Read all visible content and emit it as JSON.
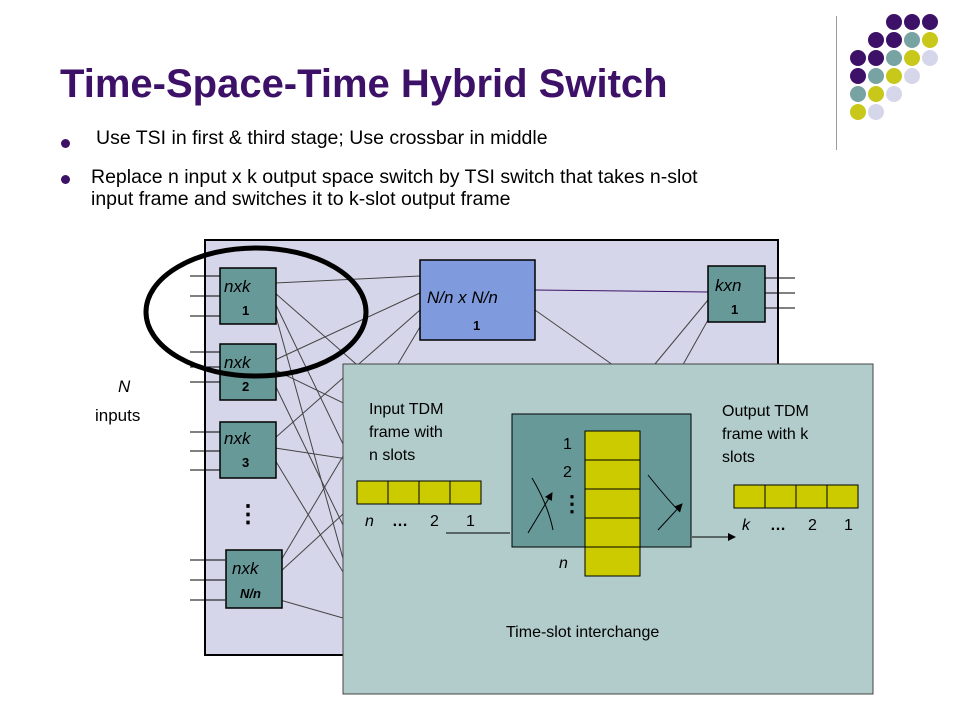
{
  "slide": {
    "title": "Time-Space-Time Hybrid Switch",
    "bullets": [
      "Use TSI in first & third stage; Use crossbar in middle",
      "Replace n input x k output space switch by TSI switch that takes n-slot",
      "input frame and switches it to k-slot output frame"
    ]
  },
  "colors": {
    "title": "#3d1167",
    "purple": "#3d1167",
    "teal": "#78a3a3",
    "yellow_green": "#c8c81a",
    "lavender": "#d6d6ea",
    "switch_box": "#689999",
    "crossbar": "#809bdd",
    "inset_bg": "#b2cbcb",
    "slot": "#cbcb00"
  },
  "diagram": {
    "input_label": "N",
    "input_label2": "inputs",
    "input_switches": [
      {
        "name": "nxk",
        "index": "1"
      },
      {
        "name": "nxk",
        "index": "2"
      },
      {
        "name": "nxk",
        "index": "3"
      },
      {
        "name": "nxk",
        "index": "N/n"
      }
    ],
    "crossbar": {
      "name": "N/n x N/n",
      "index": "1"
    },
    "output_switch": {
      "name": "kxn",
      "index": "1"
    },
    "vdots": "⋮"
  },
  "inset": {
    "input_frame_lines": [
      "Input TDM",
      "frame with",
      "n slots"
    ],
    "input_slots": [
      "n",
      "…",
      "2",
      "1"
    ],
    "output_frame_lines": [
      "Output TDM",
      "frame with k",
      "slots"
    ],
    "output_slots": [
      "k",
      "…",
      "2",
      "1"
    ],
    "tsi_labels": [
      "1",
      "2",
      "⋮",
      "n"
    ],
    "caption": "Time-slot interchange"
  }
}
